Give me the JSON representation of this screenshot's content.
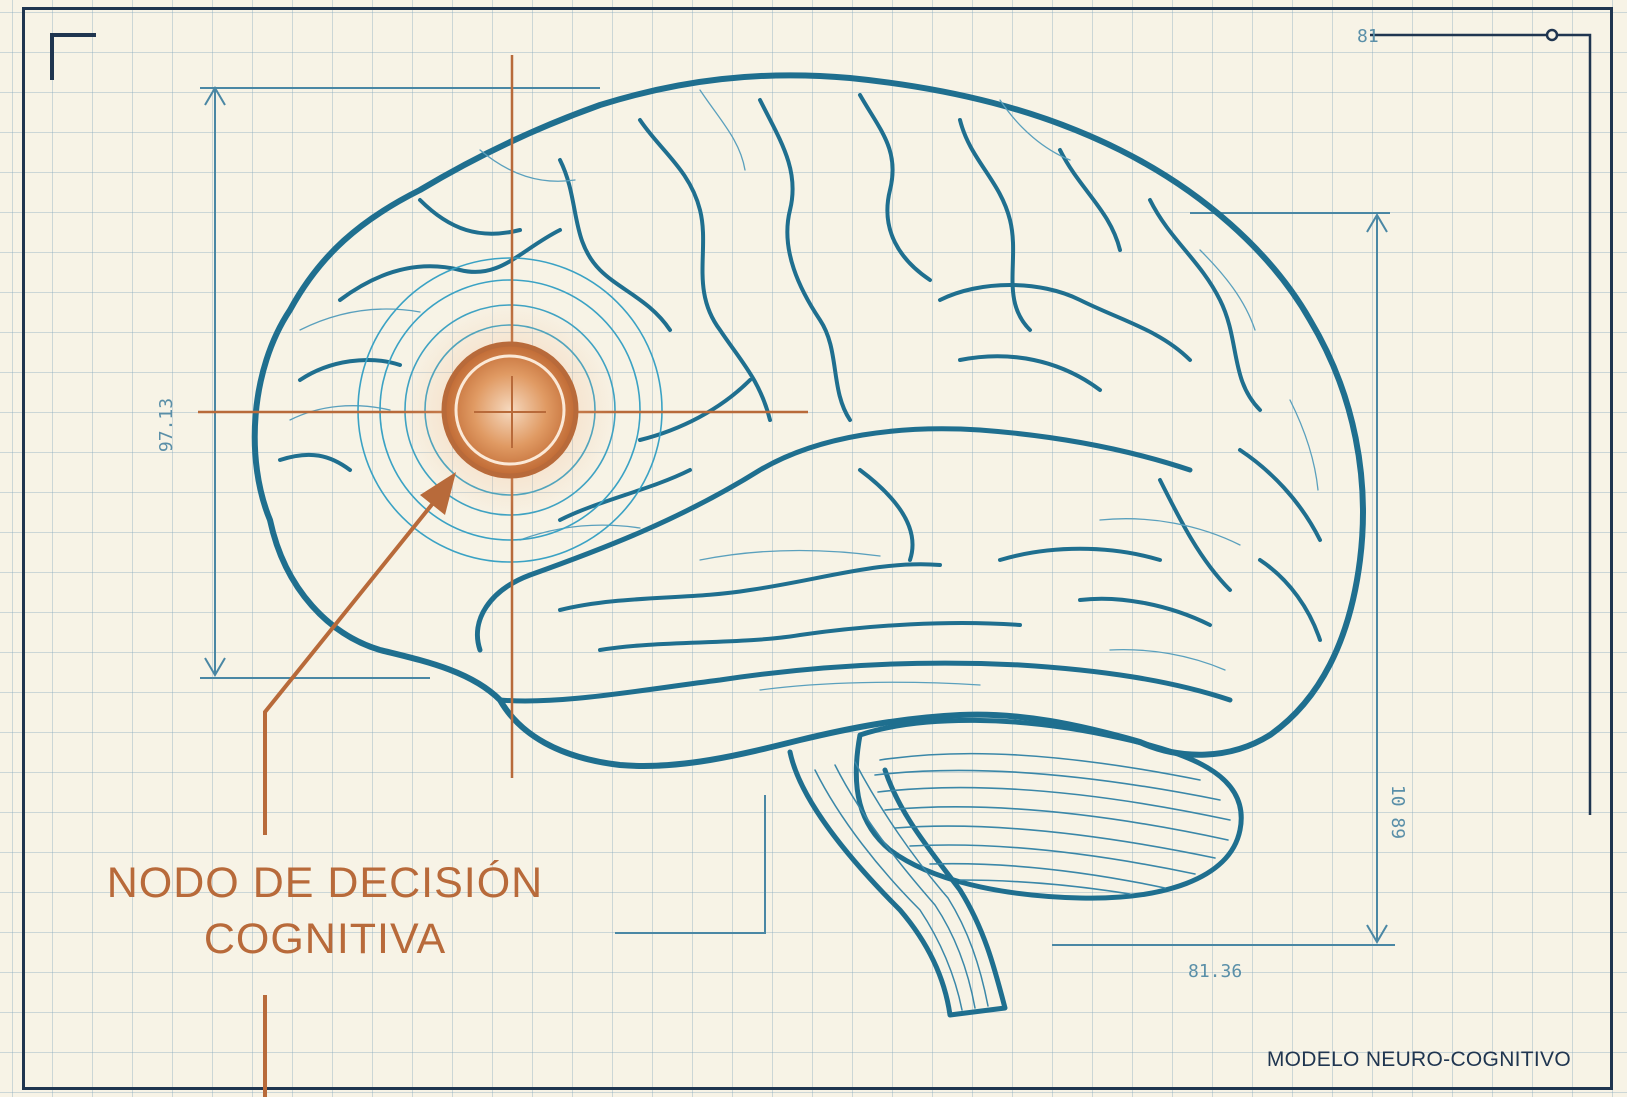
{
  "callout": {
    "line1": "NODO DE DECISIÓN",
    "line2": "COGNITIVA"
  },
  "footer_label": "MODELO NEURO-COGNITIVO",
  "dimension_labels": {
    "left_vertical": "97.13",
    "right_vertical": "10 89",
    "bottom": "81.36",
    "top_right": "81"
  },
  "colors": {
    "paper": "#f7f3e6",
    "grid": "#9bbccd",
    "brain_line": "#1f6f8f",
    "accent": "#c8773f",
    "frame": "#1f3550"
  },
  "icons": [
    "brain-illustration",
    "decision-node-marker",
    "crosshair",
    "leader-arrow"
  ]
}
